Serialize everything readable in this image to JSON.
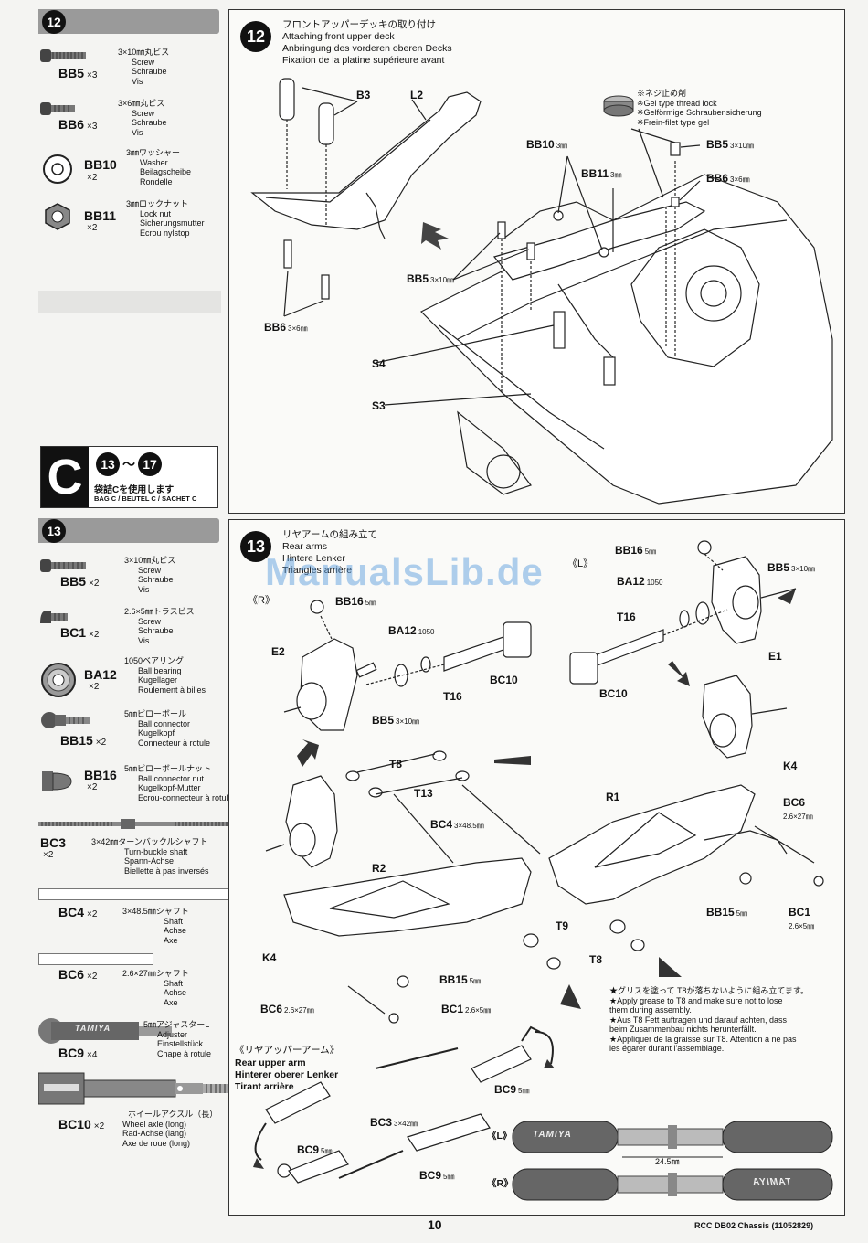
{
  "left": {
    "step12_num": "12",
    "step12_parts": [
      {
        "code": "BB5",
        "qty": "×3",
        "jp": "3×10㎜丸ビス",
        "en": "Screw",
        "de": "Schraube",
        "fr": "Vis"
      },
      {
        "code": "BB6",
        "qty": "×3",
        "jp": "3×6㎜丸ビス",
        "en": "Screw",
        "de": "Schraube",
        "fr": "Vis"
      },
      {
        "code": "BB10",
        "qty": "×2",
        "jp": "3㎜ワッシャー",
        "en": "Washer",
        "de": "Beilagscheibe",
        "fr": "Rondelle"
      },
      {
        "code": "BB11",
        "qty": "×2",
        "jp": "3㎜ロックナット",
        "en": "Lock nut",
        "de": "Sicherungsmutter",
        "fr": "Ecrou nylstop"
      }
    ],
    "bag": {
      "letter": "C",
      "range_a": "13",
      "range_sep": "～",
      "range_b": "17",
      "jp": "袋詰Cを使用します",
      "multi": "BAG C / BEUTEL C / SACHET C"
    },
    "step13_num": "13",
    "step13_parts": [
      {
        "code": "BB5",
        "qty": "×2",
        "jp": "3×10㎜丸ビス",
        "en": "Screw",
        "de": "Schraube",
        "fr": "Vis"
      },
      {
        "code": "BC1",
        "qty": "×2",
        "jp": "2.6×5㎜トラスビス",
        "en": "Screw",
        "de": "Schraube",
        "fr": "Vis"
      },
      {
        "code": "BA12",
        "qty": "×2",
        "jp": "1050ベアリング",
        "en": "Ball bearing",
        "de": "Kugellager",
        "fr": "Roulement à billes"
      },
      {
        "code": "BB15",
        "qty": "×2",
        "jp": "5㎜ピローボール",
        "en": "Ball connector",
        "de": "Kugelkopf",
        "fr": "Connecteur à rotule"
      },
      {
        "code": "BB16",
        "qty": "×2",
        "jp": "5㎜ピローボールナット",
        "en": "Ball connector nut",
        "de": "Kugelkopf-Mutter",
        "fr": "Ecrou-connecteur à rotule"
      },
      {
        "code": "BC3",
        "qty": "×2",
        "jp": "3×42㎜ターンバックルシャフト",
        "en": "Turn-buckle shaft",
        "de": "Spann-Achse",
        "fr": "Biellette à pas inversés"
      },
      {
        "code": "BC4",
        "qty": "×2",
        "jp": "3×48.5㎜シャフト",
        "en": "Shaft",
        "de": "Achse",
        "fr": "Axe"
      },
      {
        "code": "BC6",
        "qty": "×2",
        "jp": "2.6×27㎜シャフト",
        "en": "Shaft",
        "de": "Achse",
        "fr": "Axe"
      },
      {
        "code": "BC9",
        "qty": "×4",
        "jp": "5㎜アジャスターL",
        "en": "Adjuster",
        "de": "Einstellstück",
        "fr": "Chape à rotule"
      },
      {
        "code": "BC10",
        "qty": "×2",
        "jp": "ホイールアクスル（長）",
        "en": "Wheel axle (long)",
        "de": "Rad-Achse (lang)",
        "fr": "Axe de roue (long)"
      }
    ],
    "bc9_brand": "TAMIYA"
  },
  "step12": {
    "num": "12",
    "title_jp": "フロントアッパーデッキの取り付け",
    "title_en": "Attaching front upper deck",
    "title_de": "Anbringung des vorderen oberen Decks",
    "title_fr": "Fixation de la platine supérieure avant",
    "note": [
      "※ネジ止め剤",
      "※Gel type thread lock",
      "※Gelförmige Schraubensicherung",
      "※Frein-filet type gel"
    ],
    "labels": [
      {
        "t": "B3"
      },
      {
        "t": "L2"
      },
      {
        "t": "BB6",
        "s": "3×6㎜"
      },
      {
        "t": "BB10",
        "s": "3㎜"
      },
      {
        "t": "BB11",
        "s": "3㎜"
      },
      {
        "t": "BB5",
        "s": "3×10㎜"
      },
      {
        "t": "BB6",
        "s": "3×6㎜"
      },
      {
        "t": "BB5",
        "s": "3×10㎜"
      },
      {
        "t": "S4"
      },
      {
        "t": "S3"
      }
    ]
  },
  "step13": {
    "num": "13",
    "title_jp": "リヤアームの組み立て",
    "title_en": "Rear arms",
    "title_de": "Hintere Lenker",
    "title_fr": "Triangles arrière",
    "left_mark": "《R》",
    "right_mark": "《L》",
    "labels": [
      {
        "t": "BB16",
        "s": "5㎜"
      },
      {
        "t": "BA12",
        "s": "1050"
      },
      {
        "t": "E2"
      },
      {
        "t": "BC10"
      },
      {
        "t": "T16"
      },
      {
        "t": "BB5",
        "s": "3×10㎜"
      },
      {
        "t": "BB16",
        "s": "5㎜"
      },
      {
        "t": "BA12",
        "s": "1050"
      },
      {
        "t": "BB5",
        "s": "3×10㎜"
      },
      {
        "t": "T16"
      },
      {
        "t": "E1"
      },
      {
        "t": "BC10"
      },
      {
        "t": "T8"
      },
      {
        "t": "T13"
      },
      {
        "t": "BC4",
        "s": "3×48.5㎜"
      },
      {
        "t": "R2"
      },
      {
        "t": "R1"
      },
      {
        "t": "K4"
      },
      {
        "t": "BC6",
        "s": "2.6×27㎜"
      },
      {
        "t": "K4"
      },
      {
        "t": "T9"
      },
      {
        "t": "T8"
      },
      {
        "t": "BB15",
        "s": "5㎜"
      },
      {
        "t": "BC1",
        "s": "2.6×5㎜"
      },
      {
        "t": "BC6",
        "s": "2.6×27㎜"
      },
      {
        "t": "BB15",
        "s": "5㎜"
      },
      {
        "t": "BC1",
        "s": "2.6×5㎜"
      }
    ],
    "grease_note": [
      "★グリスを塗って T8が落ちないように組み立てます。",
      "★Apply grease to T8 and make sure not to lose",
      "them during assembly.",
      "★Aus T8 Fett auftragen und darauf achten, dass",
      "beim Zusammenbau nichts herunterfällt.",
      "★Appliquer de la graisse sur T8. Attention à ne pas",
      "les égarer durant l'assemblage."
    ],
    "upper_jp": "《リヤアッパーアーム》",
    "upper_en": "Rear upper arm",
    "upper_de": "Hinterer oberer Lenker",
    "upper_fr": "Tirant arrière",
    "upper_labels": [
      {
        "t": "BC9",
        "s": "5㎜"
      },
      {
        "t": "BC3",
        "s": "3×42㎜"
      },
      {
        "t": "BC9",
        "s": "5㎜"
      },
      {
        "t": "BC9",
        "s": "5㎜"
      }
    ],
    "dim": "24.5㎜",
    "mark_l": "《L》",
    "mark_r": "《R》",
    "brand": "TAMIYA"
  },
  "watermark": "ManualsLib.de",
  "footer": {
    "page": "10",
    "doc": "RCC DB02 Chassis (11052829)"
  }
}
